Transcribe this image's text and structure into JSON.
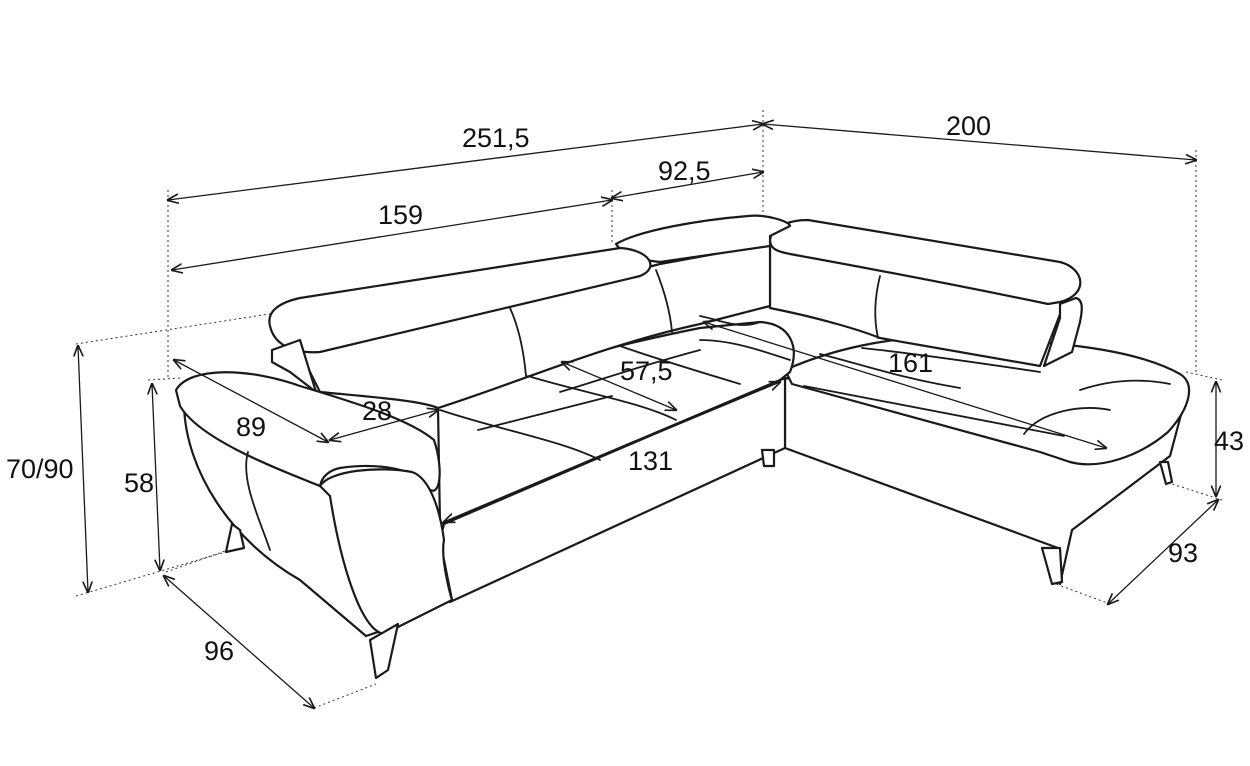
{
  "dimensions": {
    "total_width": "251,5",
    "right_depth": "200",
    "left_section": "159",
    "corner_section": "92,5",
    "seat_depth_left": "57,5",
    "chaise_seat_length": "161",
    "seat_width_front": "131",
    "armrest_width": "28",
    "armrest_length": "89",
    "height_headrest": "70/90",
    "height_armrest": "58",
    "left_depth": "96",
    "chaise_width": "93",
    "chaise_height": "43"
  }
}
